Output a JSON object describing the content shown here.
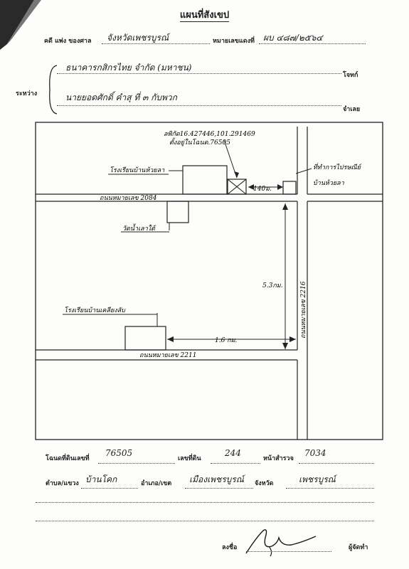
{
  "document": {
    "title": "แผนที่สังเขป",
    "case_prefix": "คดี แพ่ง ของศาล",
    "court": "จังหวัดเพชรบูรณ์",
    "case_no_label": "หมายเลขแดงที่",
    "case_no": "ผบ ๔๘๗/๒๕๖๔",
    "plaintiff": "ธนาคารกสิกรไทย จำกัด (มหาชน)",
    "plaintiff_label": "โจทก์",
    "between_label": "ระหว่าง",
    "defendant": "นายยอดศักดิ์ คำสุ ที่ ๓ กับพวก",
    "defendant_label": "จำเลย"
  },
  "map": {
    "coordinates": "ลพิกัด16.427446,101.291469",
    "deed_ref": "ตั้งอยู่ในโฉนด.76505",
    "school_top": "โรงเรียนบ้านห้วยลา",
    "distance_140m": "140ม.",
    "district_office": "ที่ทำการไปรษณีย์",
    "district_office_2": "บ้านห้วยลา",
    "road_top": "ถนนหมายเลข 2084",
    "temple": "วัดน้ำเลาใต้",
    "road_vertical": "ถนนหมายเลข 2216",
    "distance_53km": "5.3กม.",
    "school_bottom": "โรงเรียนบ้านเคลียงลับ",
    "distance_16km": "1.6 กม.",
    "road_bottom": "ถนนหมายเลข 2211"
  },
  "footer": {
    "deed_label": "โฉนดที่ดินเลขที่",
    "deed_no": "76505",
    "land_no_label": "เลขที่ดิน",
    "land_no": "244",
    "survey_label": "หน้าสำรวจ",
    "survey_no": "7034",
    "subdistrict_label": "ตำบล/แขวง",
    "subdistrict": "บ้านโคก",
    "district_label": "อำเภอ/เขต",
    "district": "เมืองเพชรบูรณ์",
    "province_label": "จังหวัด",
    "province": "เพชรบูรณ์",
    "sign_label": "ลงชื่อ",
    "maker_label": "ผู้จัดทำ"
  }
}
